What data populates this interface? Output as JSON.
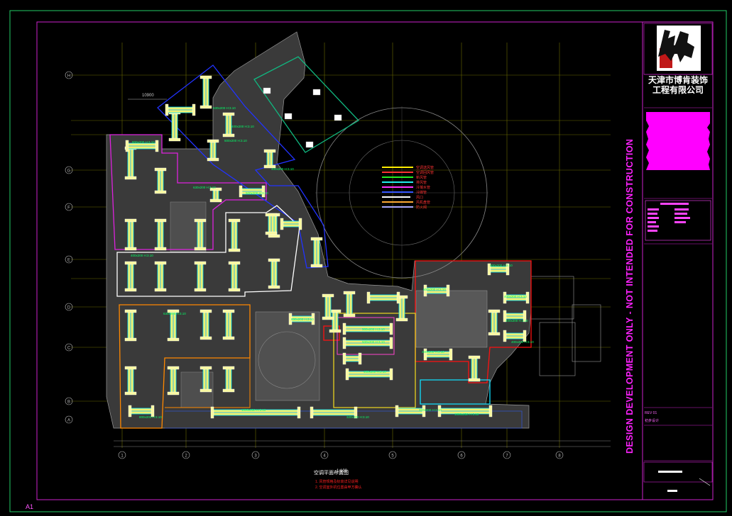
{
  "sheet": {
    "size_label": "A1",
    "colors": {
      "frame_outer": "#22cc66",
      "frame_inner": "#cc22cc",
      "grid": "#b8b800",
      "floor_fill": "#3a3a3a",
      "duct": "#f0f070",
      "duct_edge": "#00e0ff",
      "duct_label": "#00ff66",
      "zone_magenta": "#dd22dd",
      "zone_blue": "#2233ff",
      "zone_white": "#ffffff",
      "zone_orange": "#ff8800",
      "zone_yellow": "#e8d020",
      "zone_red": "#ff1010",
      "zone_cyan": "#10e0ff",
      "zone_green": "#10b880"
    }
  },
  "title_block": {
    "logo_icon": "calligraphy-seal-icon",
    "company_line1": "天津市博肯装饰",
    "company_line2": "工程有限公司",
    "disclaimer": "DESIGN DEVELOPMENT ONLY - NOT INTENDED FOR CONSTRUCTION",
    "revision_label": "REV 01",
    "revision_note": "初步设计"
  },
  "plan": {
    "title": "空调平面布置图",
    "scale": "1:100",
    "notes": [
      "1. 风管规格及标高详见说明",
      "2. 空调室外机位置由甲方确认"
    ],
    "dimension_top": "10900",
    "grid_rows": [
      "H",
      "G",
      "F",
      "E",
      "D",
      "C",
      "B",
      "A"
    ],
    "grid_cols": [
      "1",
      "2",
      "3",
      "4",
      "5",
      "6",
      "7",
      "8"
    ],
    "duct_labels": [
      "800x200 H:3.10",
      "630x200 H:3.10",
      "500x200 H:3.10",
      "400x200 H:3.10",
      "1000x250 H:3.10",
      "320x200 H:3.10"
    ]
  },
  "legend": {
    "items": [
      {
        "label": "空调送风管",
        "color": "#ffee00"
      },
      {
        "label": "空调回风管",
        "color": "#ff3333"
      },
      {
        "label": "新风管",
        "color": "#22ee22"
      },
      {
        "label": "排风管",
        "color": "#22eeee"
      },
      {
        "label": "冷凝水管",
        "color": "#ff33ff"
      },
      {
        "label": "冷媒管",
        "color": "#3355ff"
      },
      {
        "label": "风口",
        "color": "#ffffff"
      },
      {
        "label": "风机盘管",
        "color": "#ffaa33"
      },
      {
        "label": "防火阀",
        "color": "#aaaaff"
      }
    ]
  }
}
